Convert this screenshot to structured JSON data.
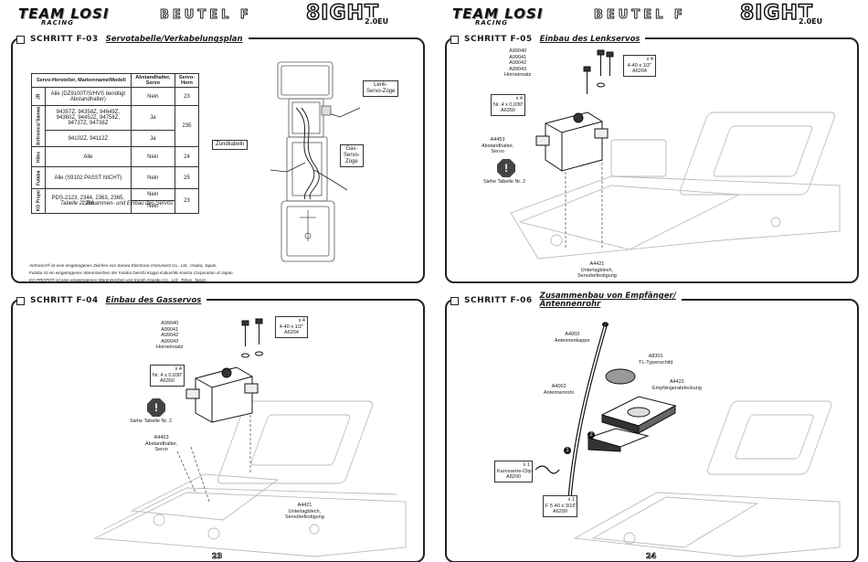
{
  "header": {
    "brand": "TEAM LOSI",
    "brand_sub": "RACING",
    "bag": "BEUTEL F",
    "model": "8IGHT",
    "model_sub": "2.0EU"
  },
  "f03": {
    "step": "SCHRITT F-03",
    "title": "Servotabelle/Verkabelungsplan",
    "table": {
      "headers": [
        "Servo-Hersteller, Markenname/Modell",
        "Abstandhalter, Servo",
        "Servo-Horn"
      ],
      "groups": [
        "JR",
        "Airtronics/ Sanwa",
        "Hitec",
        "Futaba",
        "KO Propo"
      ],
      "rows": [
        {
          "model": "Alle (DZ9100T/S/HVS benötigt Abstandhalter)",
          "spacer": "Nein",
          "horn": "23"
        },
        {
          "model": "94357Z, 94358Z, 94649Z, 94360Z, 94452Z, 94758Z, 94737Z, 94738Z",
          "spacer": "Ja",
          "horn": "235"
        },
        {
          "model": "94102Z, 94112Z",
          "spacer": "Ja",
          "horn": ""
        },
        {
          "model": "Alle",
          "spacer": "Nein",
          "horn": "24"
        },
        {
          "model": "Alle (S9102 PASST NICHT)",
          "spacer": "Nein",
          "horn": "25"
        },
        {
          "model": "PDS-2123, 2344, 2363, 2365, 2366",
          "spacer": "Nein",
          "spacer2": "Nein",
          "horn": "23"
        }
      ]
    },
    "caption": "Tabelle 2: Zusammen- und Einbau des Servos",
    "labels": {
      "lenk": "Lenk-\nServo-Züge",
      "zund": "Zündkabeln",
      "gas": "Gas-\nServo-\nZüge"
    },
    "notes": [
      "Airtronics® ist eine eingetragenes Zeichen von Sanwa Electronic Instrument Co., Ltd., Osaka, Japan.",
      "Futaba ist ein eingetragenes Warenzeichen der Futaba Denshi Kogyo Kabushiki Kaisha Corporation of Japan.",
      "KO PROPO® ist eine eingetragenes Warenzeichen von Kondo Kagaku Co., Ltd., Tokyo, Japan."
    ]
  },
  "f04": {
    "step": "SCHRITT F-04",
    "title": "Einbau des Gasservos",
    "insert": "A99040\nA99041\nA99042\nA99043\nHorneinsatz",
    "nut": "Nr. 4 x 0,030\"\nA6350",
    "nut_qty": "x 4",
    "screw": "4-40 x 1/2\"\nA6204",
    "screw_qty": "x 4",
    "see": "Siehe Tabelle Nr. 2",
    "spacer": "A4453\nAbstandhalter,\nServo",
    "plate": "A4421\nUnterlagblech,\nServobefestigung",
    "page": "23"
  },
  "f05": {
    "step": "SCHRITT F-05",
    "title": "Einbau des Lenkservos",
    "insert": "A99040\nA99041\nA99042\nA99043\nHorneinsatz",
    "nut": "Nr. 4 x 0,030\"\nA6350",
    "nut_qty": "x 4",
    "screw": "4-40 x 1/2\"\nA6204",
    "screw_qty": "x 4",
    "see": "Siehe Tabelle Nr. 2",
    "spacer": "A4453\nAbstandhalter,\nServo",
    "plate": "A4421\nUnterlagblech,\nServobefestigung"
  },
  "f06": {
    "step": "SCHRITT F-06",
    "title": "Zusammenbau von Empfänger/\nAntennenrohr",
    "cap": "A4003\nAntennenkappe",
    "plate": "A8301\nTL-Typenschild",
    "cover": "A4421\nEmpfängerabdeckung",
    "tube": "A4002\nAntennenrohr",
    "clip": "Karosserie-Clip\nA8200",
    "clip_qty": "x 1",
    "screw": "F 5-40 x 3/16\"\nA6299",
    "screw_qty": "x 1",
    "page": "24"
  }
}
